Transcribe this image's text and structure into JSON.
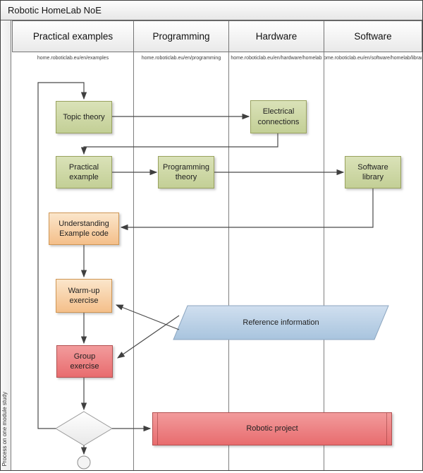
{
  "title": "Robotic HomeLab NoE",
  "pool": {
    "label": "Process on one module study"
  },
  "lanes": [
    {
      "label": "Practical examples",
      "url": "home.roboticlab.eu/en/examples"
    },
    {
      "label": "Programming",
      "url": "home.roboticlab.eu/en/programming"
    },
    {
      "label": "Hardware",
      "url": "home.roboticlab.eu/en/hardware/homelab"
    },
    {
      "label": "Software",
      "url": "home.roboticlab.eu/en/software/homelab/library"
    }
  ],
  "nodes": {
    "topic_theory": "Topic theory",
    "electrical_connections": "Electrical connections",
    "practical_example": "Practical example",
    "programming_theory": "Programming theory",
    "software_library": "Software library",
    "understanding_example_code": "Understanding Example code",
    "warmup_exercise": "Warm-up exercise",
    "group_exercise": "Group exercise",
    "reference_information": "Reference information",
    "robotic_project": "Robotic project"
  },
  "colors": {
    "green_fill": "#c9d5a0",
    "orange_fill": "#f7cf9f",
    "red_fill": "#ee7d7f",
    "blue_fill": "#bed3e7",
    "connector": "#4a4a4a",
    "lane_border": "#7f7f7f"
  }
}
